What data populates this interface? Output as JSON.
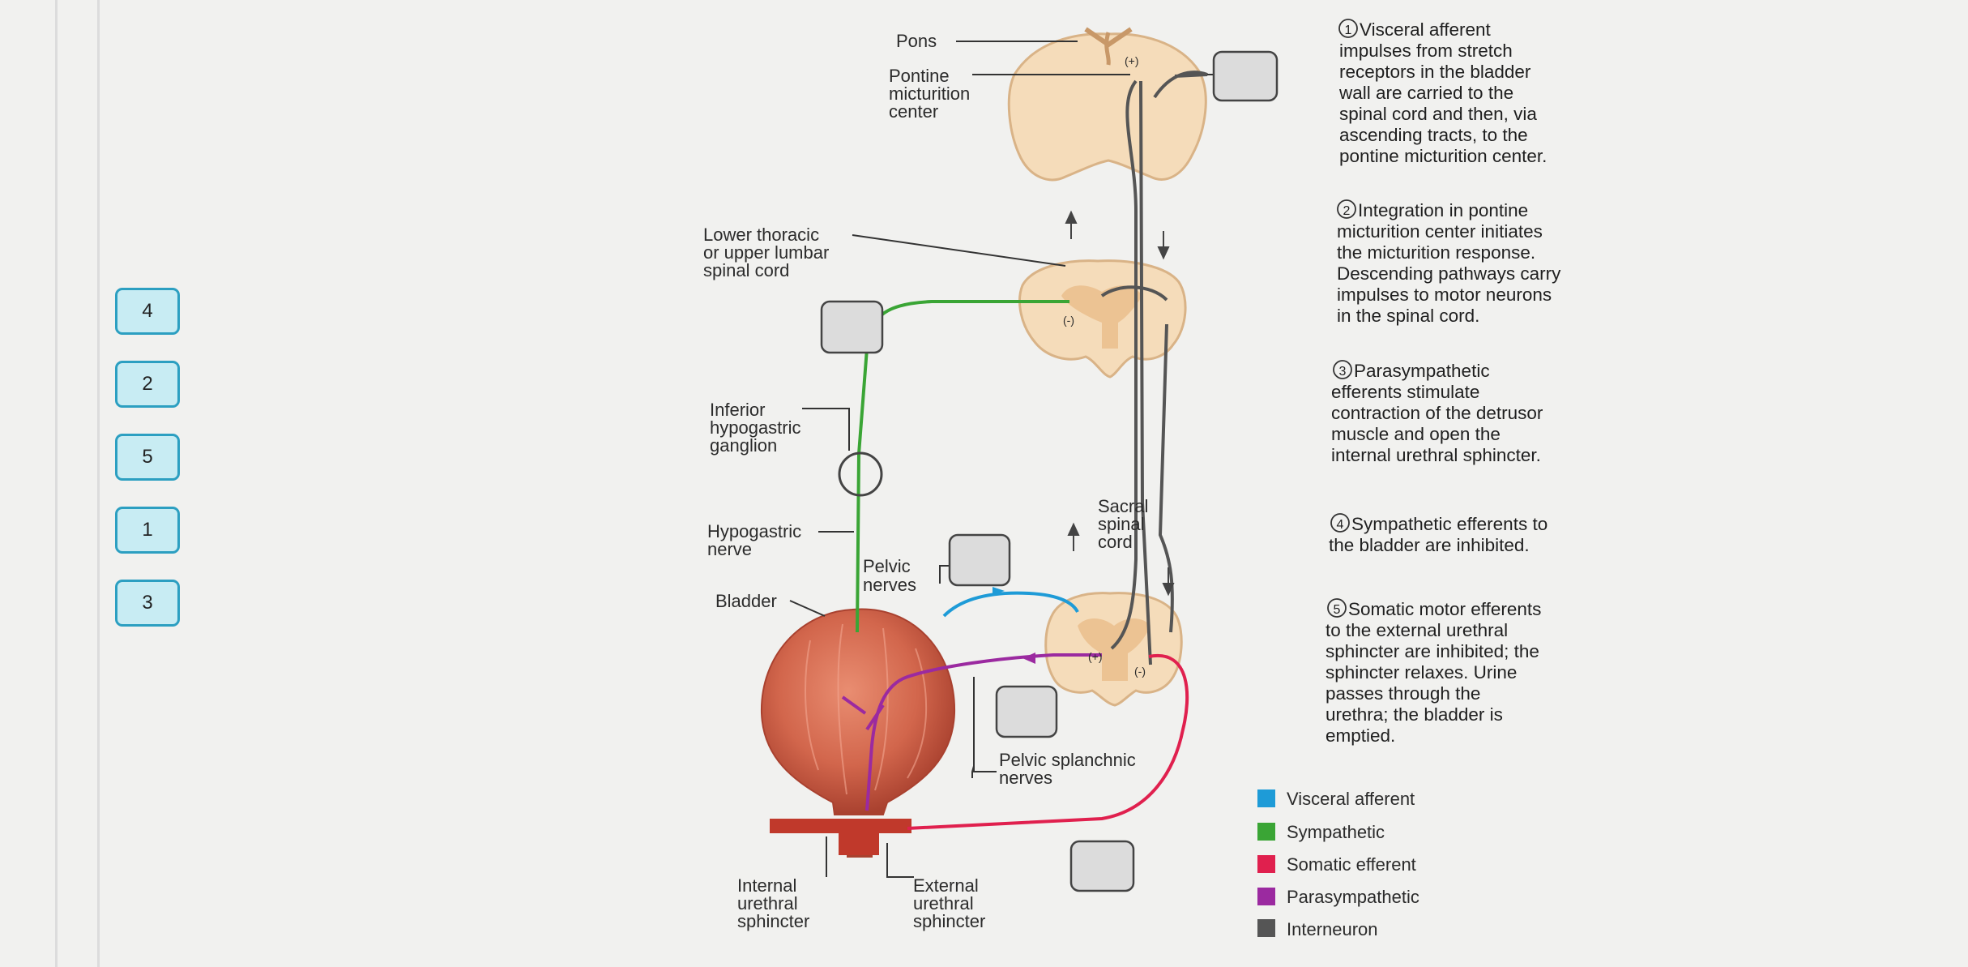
{
  "answer_options": [
    "4",
    "2",
    "5",
    "1",
    "3"
  ],
  "labels": {
    "pons": "Pons",
    "pmc_1": "Pontine",
    "pmc_2": "micturition",
    "pmc_3": "center",
    "thoracic_1": "Lower thoracic",
    "thoracic_2": "or upper lumbar",
    "thoracic_3": "spinal cord",
    "ihg_1": "Inferior",
    "ihg_2": "hypogastric",
    "ihg_3": "ganglion",
    "hypo_1": "Hypogastric",
    "hypo_2": "nerve",
    "bladder": "Bladder",
    "pelvic_1": "Pelvic",
    "pelvic_2": "nerves",
    "sacral_1": "Sacral",
    "sacral_2": "spinal",
    "sacral_3": "cord",
    "splanchnic_1": "Pelvic splanchnic",
    "splanchnic_2": "nerves",
    "ius_1": "Internal",
    "ius_2": "urethral",
    "ius_3": "sphincter",
    "eus_1": "External",
    "eus_2": "urethral",
    "eus_3": "sphincter",
    "plus": "(+)",
    "minus": "(-)"
  },
  "steps": [
    {
      "number": "1",
      "lines": [
        "Visceral afferent",
        "impulses from stretch",
        "receptors in the bladder",
        "wall are carried to the",
        "spinal cord and then, via",
        "ascending tracts, to the",
        "pontine micturition center."
      ]
    },
    {
      "number": "2",
      "lines": [
        "Integration in pontine",
        "micturition center initiates",
        "the micturition response.",
        "Descending pathways carry",
        "impulses to motor neurons",
        "in the spinal cord."
      ]
    },
    {
      "number": "3",
      "lines": [
        "Parasympathetic",
        "efferents stimulate",
        "contraction of the detrusor",
        "muscle and open the",
        "internal urethral sphincter."
      ]
    },
    {
      "number": "4",
      "lines": [
        "Sympathetic efferents to",
        "the bladder are inhibited."
      ]
    },
    {
      "number": "5",
      "lines": [
        "Somatic motor efferents",
        "to the external urethral",
        "sphincter are inhibited; the",
        "sphincter relaxes. Urine",
        "passes through the",
        "urethra; the bladder is",
        "emptied."
      ]
    }
  ],
  "legend": [
    {
      "label": "Visceral afferent",
      "color": "#1e9bd7"
    },
    {
      "label": "Sympathetic",
      "color": "#3aa535"
    },
    {
      "label": "Somatic efferent",
      "color": "#e0204e"
    },
    {
      "label": "Parasympathetic",
      "color": "#9b2aa0"
    },
    {
      "label": "Interneuron",
      "color": "#555555"
    }
  ],
  "colors": {
    "visceral_afferent": "#1e9bd7",
    "sympathetic": "#3aa535",
    "somatic_efferent": "#e0204e",
    "parasympathetic": "#9b2aa0",
    "interneuron": "#555555",
    "option_fill": "#c8ecf3",
    "option_border": "#2c9fc1"
  }
}
